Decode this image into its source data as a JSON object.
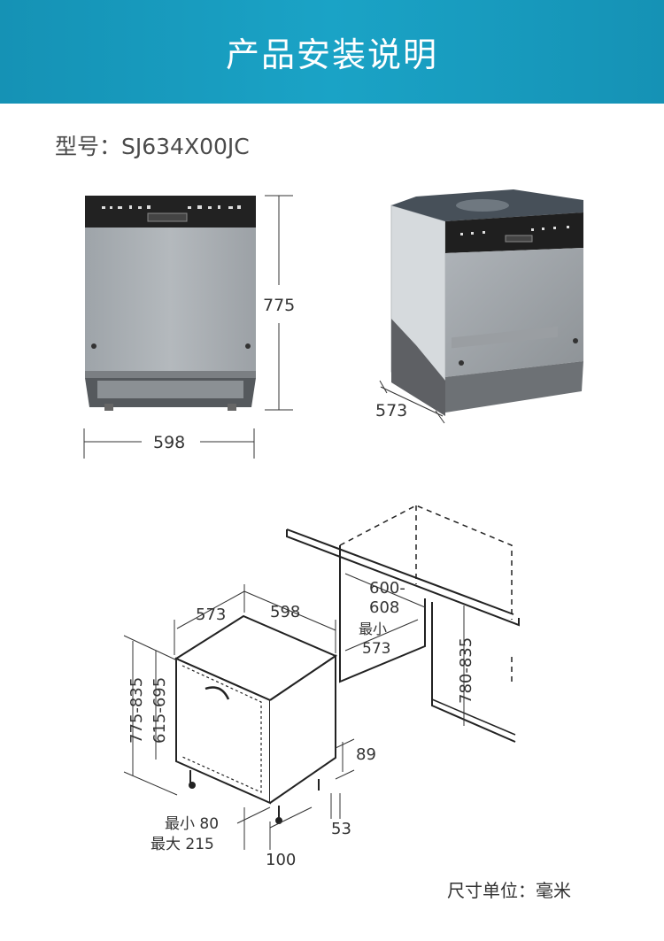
{
  "header": {
    "title": "产品安装说明"
  },
  "model": {
    "text": "型号：SJ634X00JC"
  },
  "front_view": {
    "height_label": "775",
    "width_label": "598"
  },
  "side_view": {
    "depth_label": "573"
  },
  "install_diagram": {
    "depth_label": "573",
    "width_label": "598",
    "niche_width_line1": "600-",
    "niche_width_line2": "608",
    "min_depth_line1": "最小",
    "min_depth_line2": "573",
    "height_outer": "775-835",
    "height_inner": "615-695",
    "niche_height": "780-835",
    "plinth_label": "89",
    "toe_min": "最小 80",
    "toe_max": "最大 215",
    "foot_label": "100",
    "back_label": "53"
  },
  "footer": {
    "unit_text": "尺寸单位：毫米"
  },
  "colors": {
    "banner": "#1a9cbf",
    "panel_black": "#222222",
    "steel": "#a8adb2"
  }
}
